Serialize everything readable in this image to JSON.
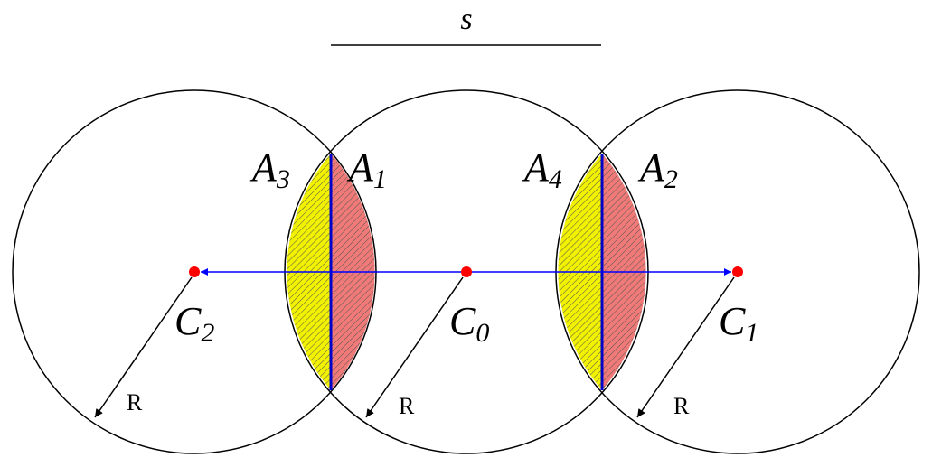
{
  "title": {
    "text": "s"
  },
  "colors": {
    "circle_stroke": "#000000",
    "center_dot": "#ff0000",
    "arrow_blue": "#0000ff",
    "chord_blue": "#0000cc",
    "lens_yellow": "#f2f200",
    "lens_red": "#ef7a78",
    "hatch": "#555555",
    "radius_arrow": "#000000"
  },
  "centers": [
    {
      "id": "c2",
      "main": "C",
      "sub": "2"
    },
    {
      "id": "c0",
      "main": "C",
      "sub": "0"
    },
    {
      "id": "c1",
      "main": "C",
      "sub": "1"
    }
  ],
  "areas": [
    {
      "id": "a3",
      "main": "A",
      "sub": "3"
    },
    {
      "id": "a1",
      "main": "A",
      "sub": "1"
    },
    {
      "id": "a4",
      "main": "A",
      "sub": "4"
    },
    {
      "id": "a2",
      "main": "A",
      "sub": "2"
    }
  ],
  "radius_label": "R"
}
